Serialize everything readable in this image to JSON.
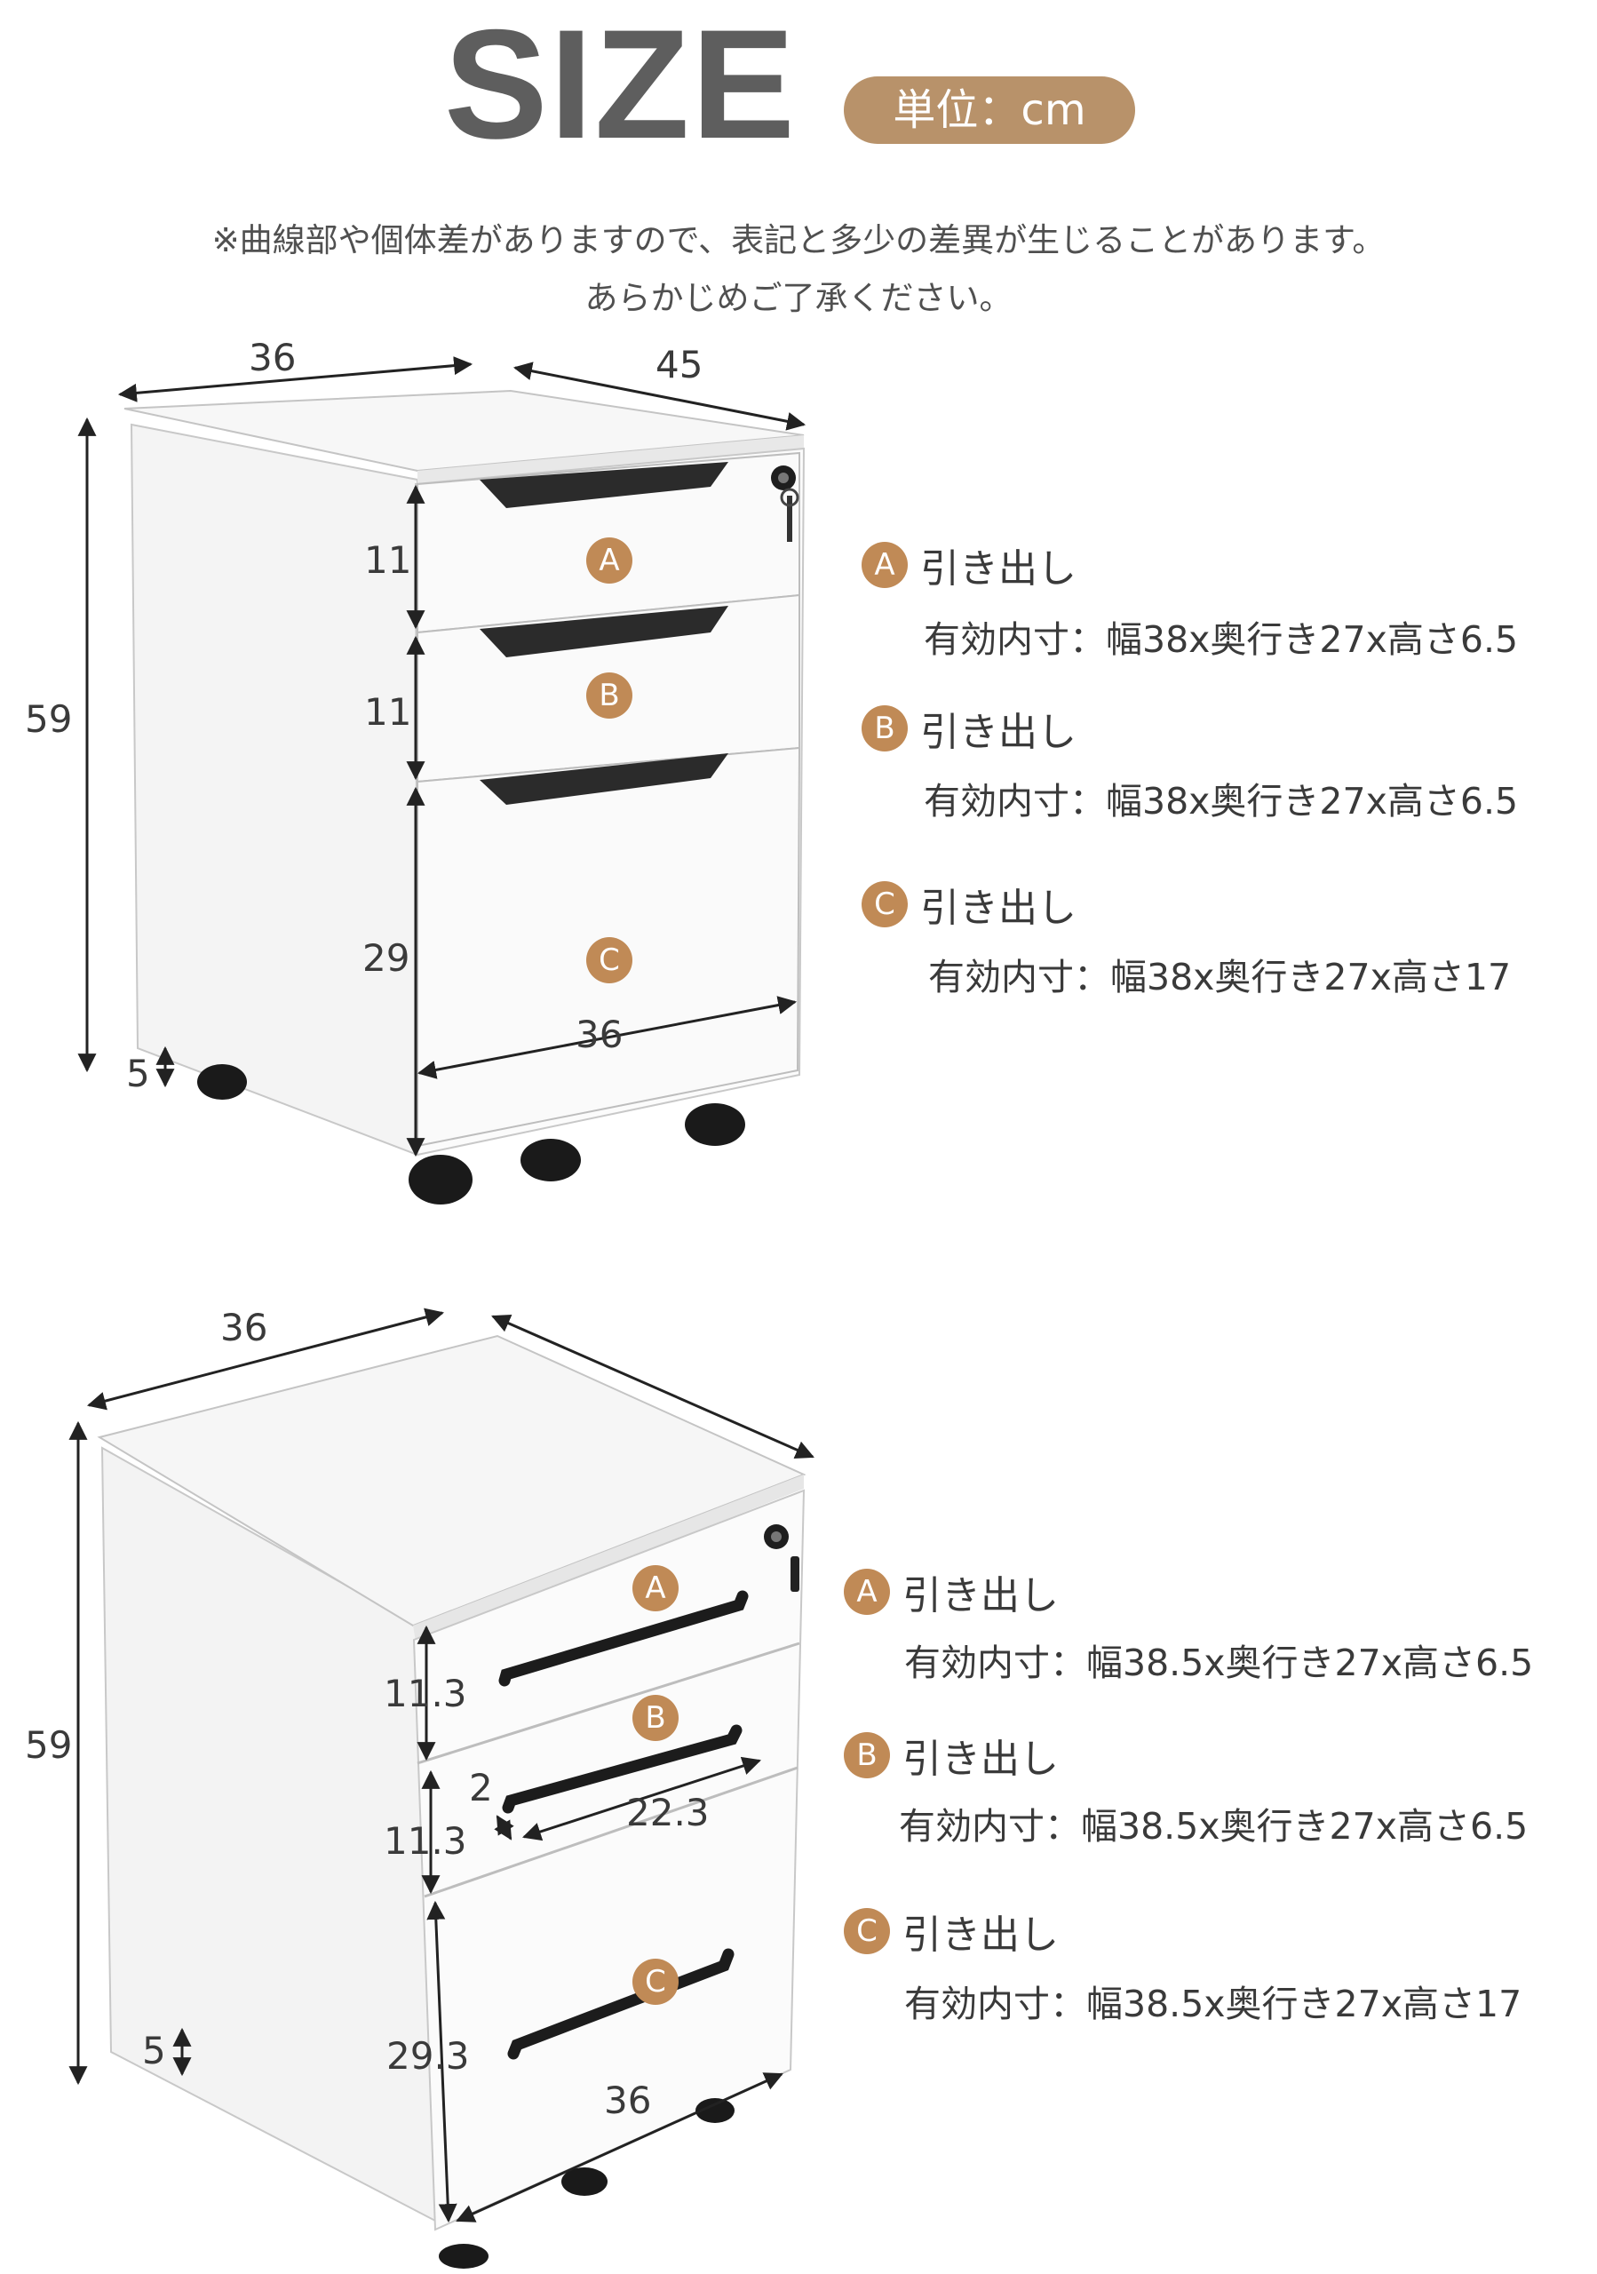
{
  "header": {
    "title": "SIZE",
    "unit": "単位：cm",
    "note_line1": "※曲線部や個体差がありますので、表記と多少の差異が生じることがあります。",
    "note_line2": "あらかじめご了承ください。"
  },
  "colors": {
    "accent": "#b8926a",
    "badge": "#c08a56",
    "title": "#5e5e5e",
    "line": "#222222"
  },
  "cabinet1": {
    "dims": {
      "width_top": "36",
      "depth": "45",
      "height": "59",
      "drawer_a": "11",
      "drawer_b": "11",
      "drawer_c": "29",
      "front_width": "36",
      "caster": "5"
    },
    "badges": {
      "a": "A",
      "b": "B",
      "c": "C"
    },
    "specs": [
      {
        "badge": "A",
        "label": "引き出し",
        "dims": "有効内寸：幅38x奥行き27x高さ6.5"
      },
      {
        "badge": "B",
        "label": "引き出し",
        "dims": "有効内寸：幅38x奥行き27x高さ6.5"
      },
      {
        "badge": "C",
        "label": "引き出し",
        "dims": "有効内寸：幅38x奥行き27x高さ17"
      }
    ]
  },
  "cabinet2": {
    "dims": {
      "width_top": "36",
      "height": "59",
      "drawer_a": "11.3",
      "drawer_b": "11.3",
      "drawer_c": "29.3",
      "handle_gap": "2",
      "handle_length": "22.3",
      "front_width": "36",
      "caster": "5"
    },
    "badges": {
      "a": "A",
      "b": "B",
      "c": "C"
    },
    "specs": [
      {
        "badge": "A",
        "label": "引き出し",
        "dims": "有効内寸：幅38.5x奥行き27x高さ6.5"
      },
      {
        "badge": "B",
        "label": "引き出し",
        "dims": "有効内寸：幅38.5x奥行き27x高さ6.5"
      },
      {
        "badge": "C",
        "label": "引き出し",
        "dims": "有効内寸：幅38.5x奥行き27x高さ17"
      }
    ]
  }
}
